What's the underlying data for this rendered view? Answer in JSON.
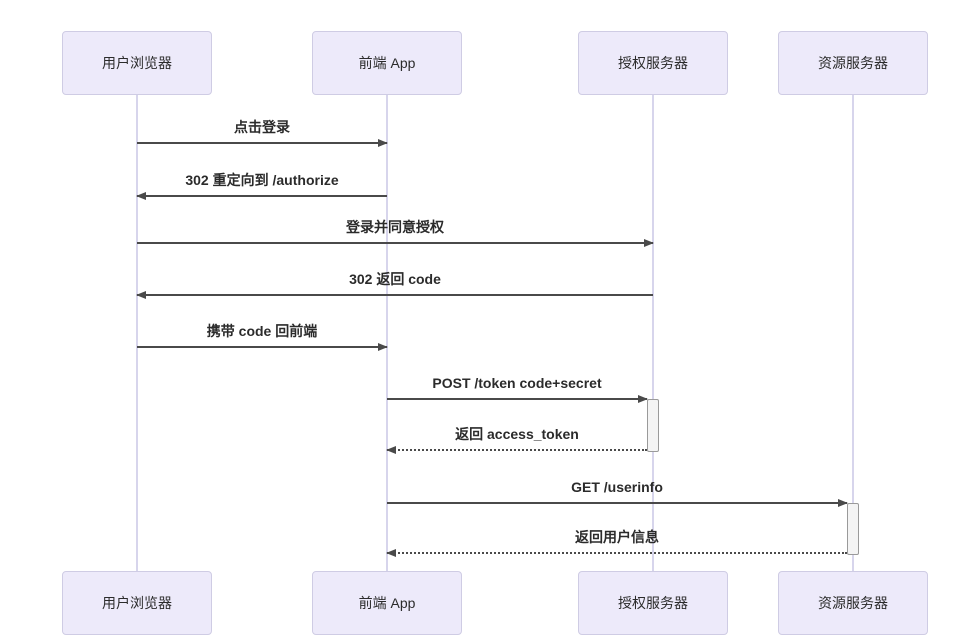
{
  "diagram": {
    "type": "sequence",
    "actors": [
      {
        "id": "user-browser",
        "label": "用户浏览器"
      },
      {
        "id": "frontend-app",
        "label": "前端 App"
      },
      {
        "id": "auth-server",
        "label": "授权服务器"
      },
      {
        "id": "resource-server",
        "label": "资源服务器"
      }
    ],
    "messages": [
      {
        "from": "user-browser",
        "to": "frontend-app",
        "label": "点击登录",
        "line": "solid",
        "direction": "right"
      },
      {
        "from": "frontend-app",
        "to": "user-browser",
        "label": "302 重定向到 /authorize",
        "line": "solid",
        "direction": "left"
      },
      {
        "from": "user-browser",
        "to": "auth-server",
        "label": "登录并同意授权",
        "line": "solid",
        "direction": "right"
      },
      {
        "from": "auth-server",
        "to": "user-browser",
        "label": "302 返回 code",
        "line": "solid",
        "direction": "left"
      },
      {
        "from": "user-browser",
        "to": "frontend-app",
        "label": "携带 code 回前端",
        "line": "solid",
        "direction": "right"
      },
      {
        "from": "frontend-app",
        "to": "auth-server",
        "label": "POST /token code+secret",
        "line": "solid",
        "direction": "right",
        "activates": "auth-server"
      },
      {
        "from": "auth-server",
        "to": "frontend-app",
        "label": "返回 access_token",
        "line": "dotted",
        "direction": "left"
      },
      {
        "from": "frontend-app",
        "to": "resource-server",
        "label": "GET /userinfo",
        "line": "solid",
        "direction": "right",
        "activates": "resource-server"
      },
      {
        "from": "resource-server",
        "to": "frontend-app",
        "label": "返回用户信息",
        "line": "dotted",
        "direction": "left"
      }
    ],
    "colors": {
      "background": "#ffffff",
      "actor_fill": "#edeafa",
      "actor_border": "#cfcce4",
      "lifeline": "#d7d5ec",
      "arrow": "#4a4a4a",
      "text": "#2b2b2b",
      "activation_fill": "#f4f4f4",
      "activation_border": "#9a9a9a"
    }
  }
}
